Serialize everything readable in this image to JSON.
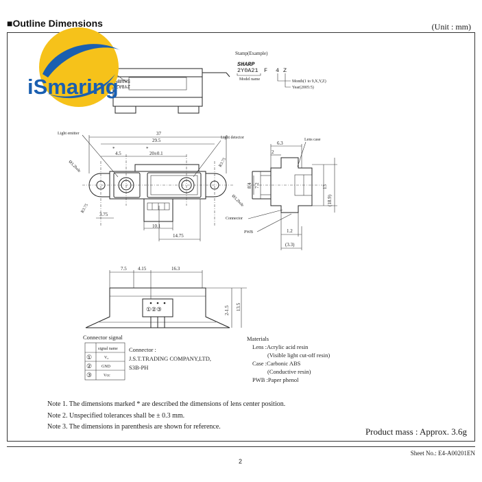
{
  "heading": "■Outline Dimensions",
  "unit": "(Unit : mm)",
  "logo": {
    "text": "iSmaring",
    "brand_blue": "#1a5fb0",
    "brand_yellow": "#f6c21a"
  },
  "stamp": {
    "title": "Stamp(Example)",
    "brand": "SHARP",
    "model_code": "2Y0A21",
    "suffix_f": "F",
    "month_digit": "4",
    "year_letter": "Z",
    "model_name_label": "Model name",
    "month_label": "Month(1 to 9,X,Y,Z)",
    "year_label": "Year(2005:5)",
    "inverted_text_line1": "2Y0A21 F 4Z",
    "inverted_text_line2": "SHARP"
  },
  "top_view": {
    "light_emitter": "Light emitter",
    "light_detector": "Light detector",
    "dim_37": "37",
    "dim_29_5": "29.5",
    "dim_4_5": "4.5",
    "dim_20": "20±0.1",
    "hole_left": "Ø3.2hole",
    "hole_right": "Ø3.2hole",
    "r_left": "R3.75",
    "r_right": "R3.75",
    "dim_3_75": "3.75",
    "dim_10_1": "10.1",
    "dim_14_75": "14.75",
    "dim_8_4": "8.4",
    "dim_7_2": "7.2",
    "asterisk": "*"
  },
  "side_view": {
    "lens_case": "Lens case",
    "dim_6_3": "6.3",
    "dim_2": "2",
    "dim_13": "13",
    "dim_18_9": "(18.9)",
    "connector": "Connector",
    "pwb": "PWB",
    "dim_1_2": "1.2",
    "dim_3_3": "(3.3)"
  },
  "front_view": {
    "dim_7_5": "7.5",
    "dim_4_15": "4.15",
    "dim_16_3": "16.3",
    "dim_2_1_5": "2-1.5",
    "dim_13_5": "13.5",
    "pins": "①②③"
  },
  "connector_signal": {
    "title": "Connector signal",
    "header": "signal name",
    "rows": [
      {
        "num": "①",
        "name": "V₀"
      },
      {
        "num": "②",
        "name": "GND"
      },
      {
        "num": "③",
        "name": "Vcc"
      }
    ],
    "connector_label": "Connector :",
    "connector_maker": "J.S.T.TRADING COMPANY,LTD,",
    "connector_part": "S3B-PH"
  },
  "materials": {
    "title": "Materials",
    "lines": [
      "Lens :Acrylic acid resin",
      "(Visible light cut-off resin)",
      "Case :Carbonic ABS",
      "(Conductive resin)",
      "PWB :Paper phenol"
    ]
  },
  "notes": [
    "Note 1. The dimensions marked * are described the dimensions of lens center position.",
    "Note 2. Unspecified tolerances shall be ± 0.3 mm.",
    "Note 3. The dimensions in parenthesis are shown for reference."
  ],
  "product_mass": "Product mass : Approx. 3.6g",
  "sheet_no": "Sheet No.: E4-A00201EN",
  "page_number": "2"
}
